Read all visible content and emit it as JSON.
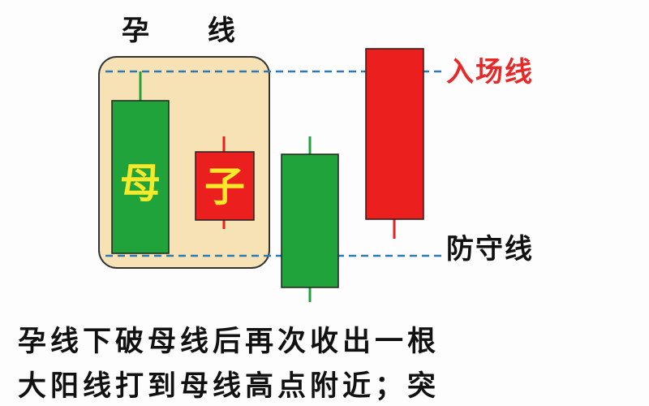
{
  "title": "孕 线",
  "candles": {
    "mother": {
      "label": "母",
      "color": "#21a33b"
    },
    "child": {
      "label": "子",
      "color": "#ec1f1f"
    },
    "breakdown": {
      "color": "#21a33b"
    },
    "breakout": {
      "color": "#ec1f1f"
    }
  },
  "lines": {
    "entry": {
      "label": "入场线",
      "color": "#e62a2a"
    },
    "defense": {
      "label": "防守线",
      "color": "#111111"
    }
  },
  "caption": {
    "line1": "孕线下破母线后再次收出一根",
    "line2": "大阳线打到母线高点附近；突"
  },
  "colors": {
    "highlight_box": "#f7e2b6",
    "dashed_line": "#2d7ab0",
    "candle_label": "#f4ea2a"
  }
}
